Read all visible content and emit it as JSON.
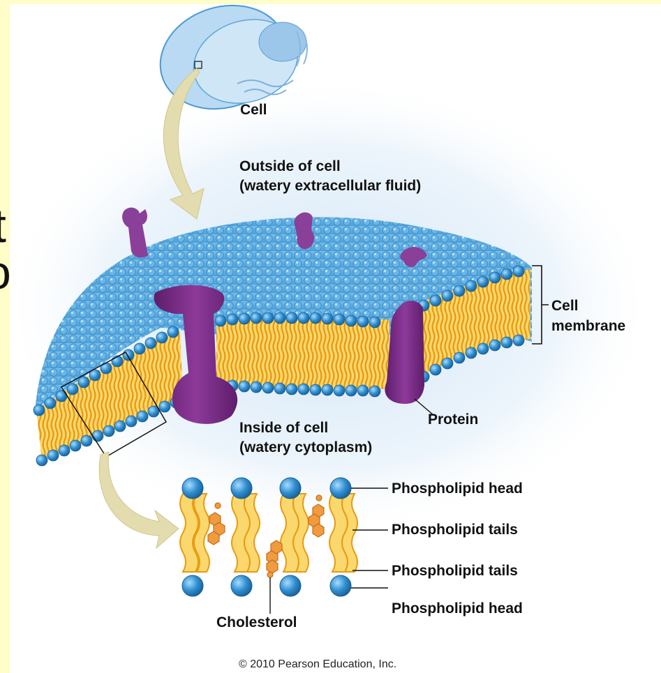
{
  "labels": {
    "cell": "Cell",
    "outside_line1": "Outside of cell",
    "outside_line2": "(watery extracellular fluid)",
    "cell_membrane_line1": "Cell",
    "cell_membrane_line2": "membrane",
    "protein": "Protein",
    "inside_line1": "Inside of cell",
    "inside_line2": "(watery cytoplasm)",
    "phospholipid_head_top": "Phospholipid head",
    "phospholipid_tails_top": "Phospholipid tails",
    "phospholipid_tails_bottom": "Phospholipid tails",
    "phospholipid_head_bottom": "Phospholipid head",
    "cholesterol": "Cholesterol"
  },
  "partial_text": {
    "glyph_1": "t",
    "glyph_2": "o"
  },
  "copyright": "© 2010 Pearson Education, Inc.",
  "colors": {
    "membrane_blue": "#5aa9df",
    "head_blue": "#2f8fd0",
    "tail_yellow": "#f6b92b",
    "protein_purple": "#7a2a86",
    "cholesterol_orange": "#f19a3e",
    "arrow_tan": "#e3dcae",
    "glow": "#cfe4f6",
    "page_strip": "#fffdc8"
  }
}
